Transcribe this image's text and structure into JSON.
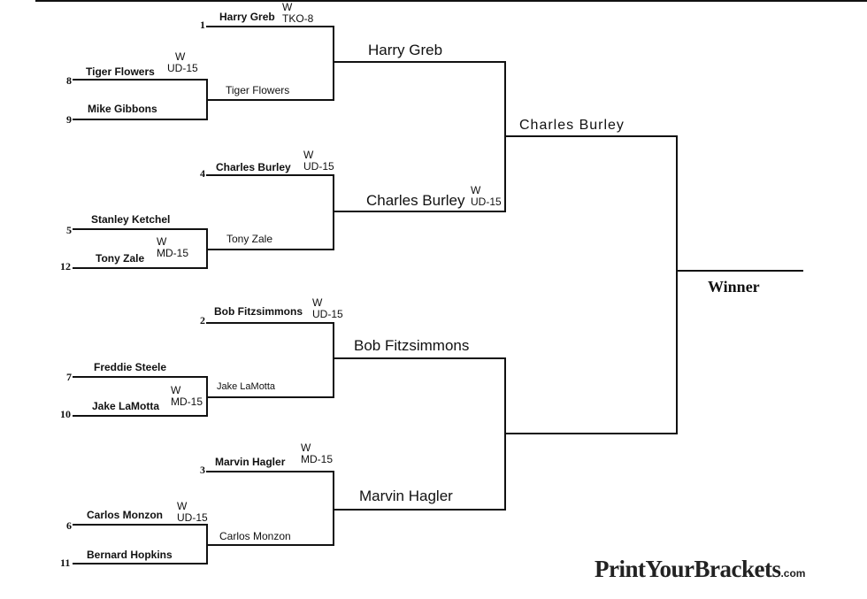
{
  "round1": [
    {
      "seed": "1",
      "name": "Harry Greb"
    },
    {
      "seed": "8",
      "name": "Tiger Flowers"
    },
    {
      "seed": "9",
      "name": "Mike Gibbons"
    },
    {
      "seed": "4",
      "name": "Charles Burley"
    },
    {
      "seed": "5",
      "name": "Stanley Ketchel"
    },
    {
      "seed": "12",
      "name": "Tony Zale"
    },
    {
      "seed": "2",
      "name": "Bob Fitzsimmons"
    },
    {
      "seed": "7",
      "name": "Freddie Steele"
    },
    {
      "seed": "10",
      "name": "Jake LaMotta"
    },
    {
      "seed": "3",
      "name": "Marvin Hagler"
    },
    {
      "seed": "6",
      "name": "Carlos Monzon"
    },
    {
      "seed": "11",
      "name": "Bernard Hopkins"
    }
  ],
  "round1_results": [
    {
      "w": "W",
      "method": "TKO-8"
    },
    {
      "w": "W",
      "method": "UD-15"
    },
    {
      "w": "W",
      "method": "UD-15"
    },
    {
      "w": "W",
      "method": "MD-15"
    },
    {
      "w": "W",
      "method": "UD-15"
    },
    {
      "w": "W",
      "method": "MD-15"
    },
    {
      "w": "W",
      "method": "MD-15"
    },
    {
      "w": "W",
      "method": "UD-15"
    }
  ],
  "round2": [
    "Tiger Flowers",
    "Tony Zale",
    "Jake LaMotta",
    "Carlos Monzon"
  ],
  "round3": [
    "Harry Greb",
    "Charles Burley",
    "Bob Fitzsimmons",
    "Marvin Hagler"
  ],
  "round3_result": {
    "w": "W",
    "method": "UD-15"
  },
  "round4": [
    "Charles Burley"
  ],
  "winner_label": "Winner",
  "logo": {
    "main": "PrintYourBrackets",
    "suffix": ".com"
  }
}
